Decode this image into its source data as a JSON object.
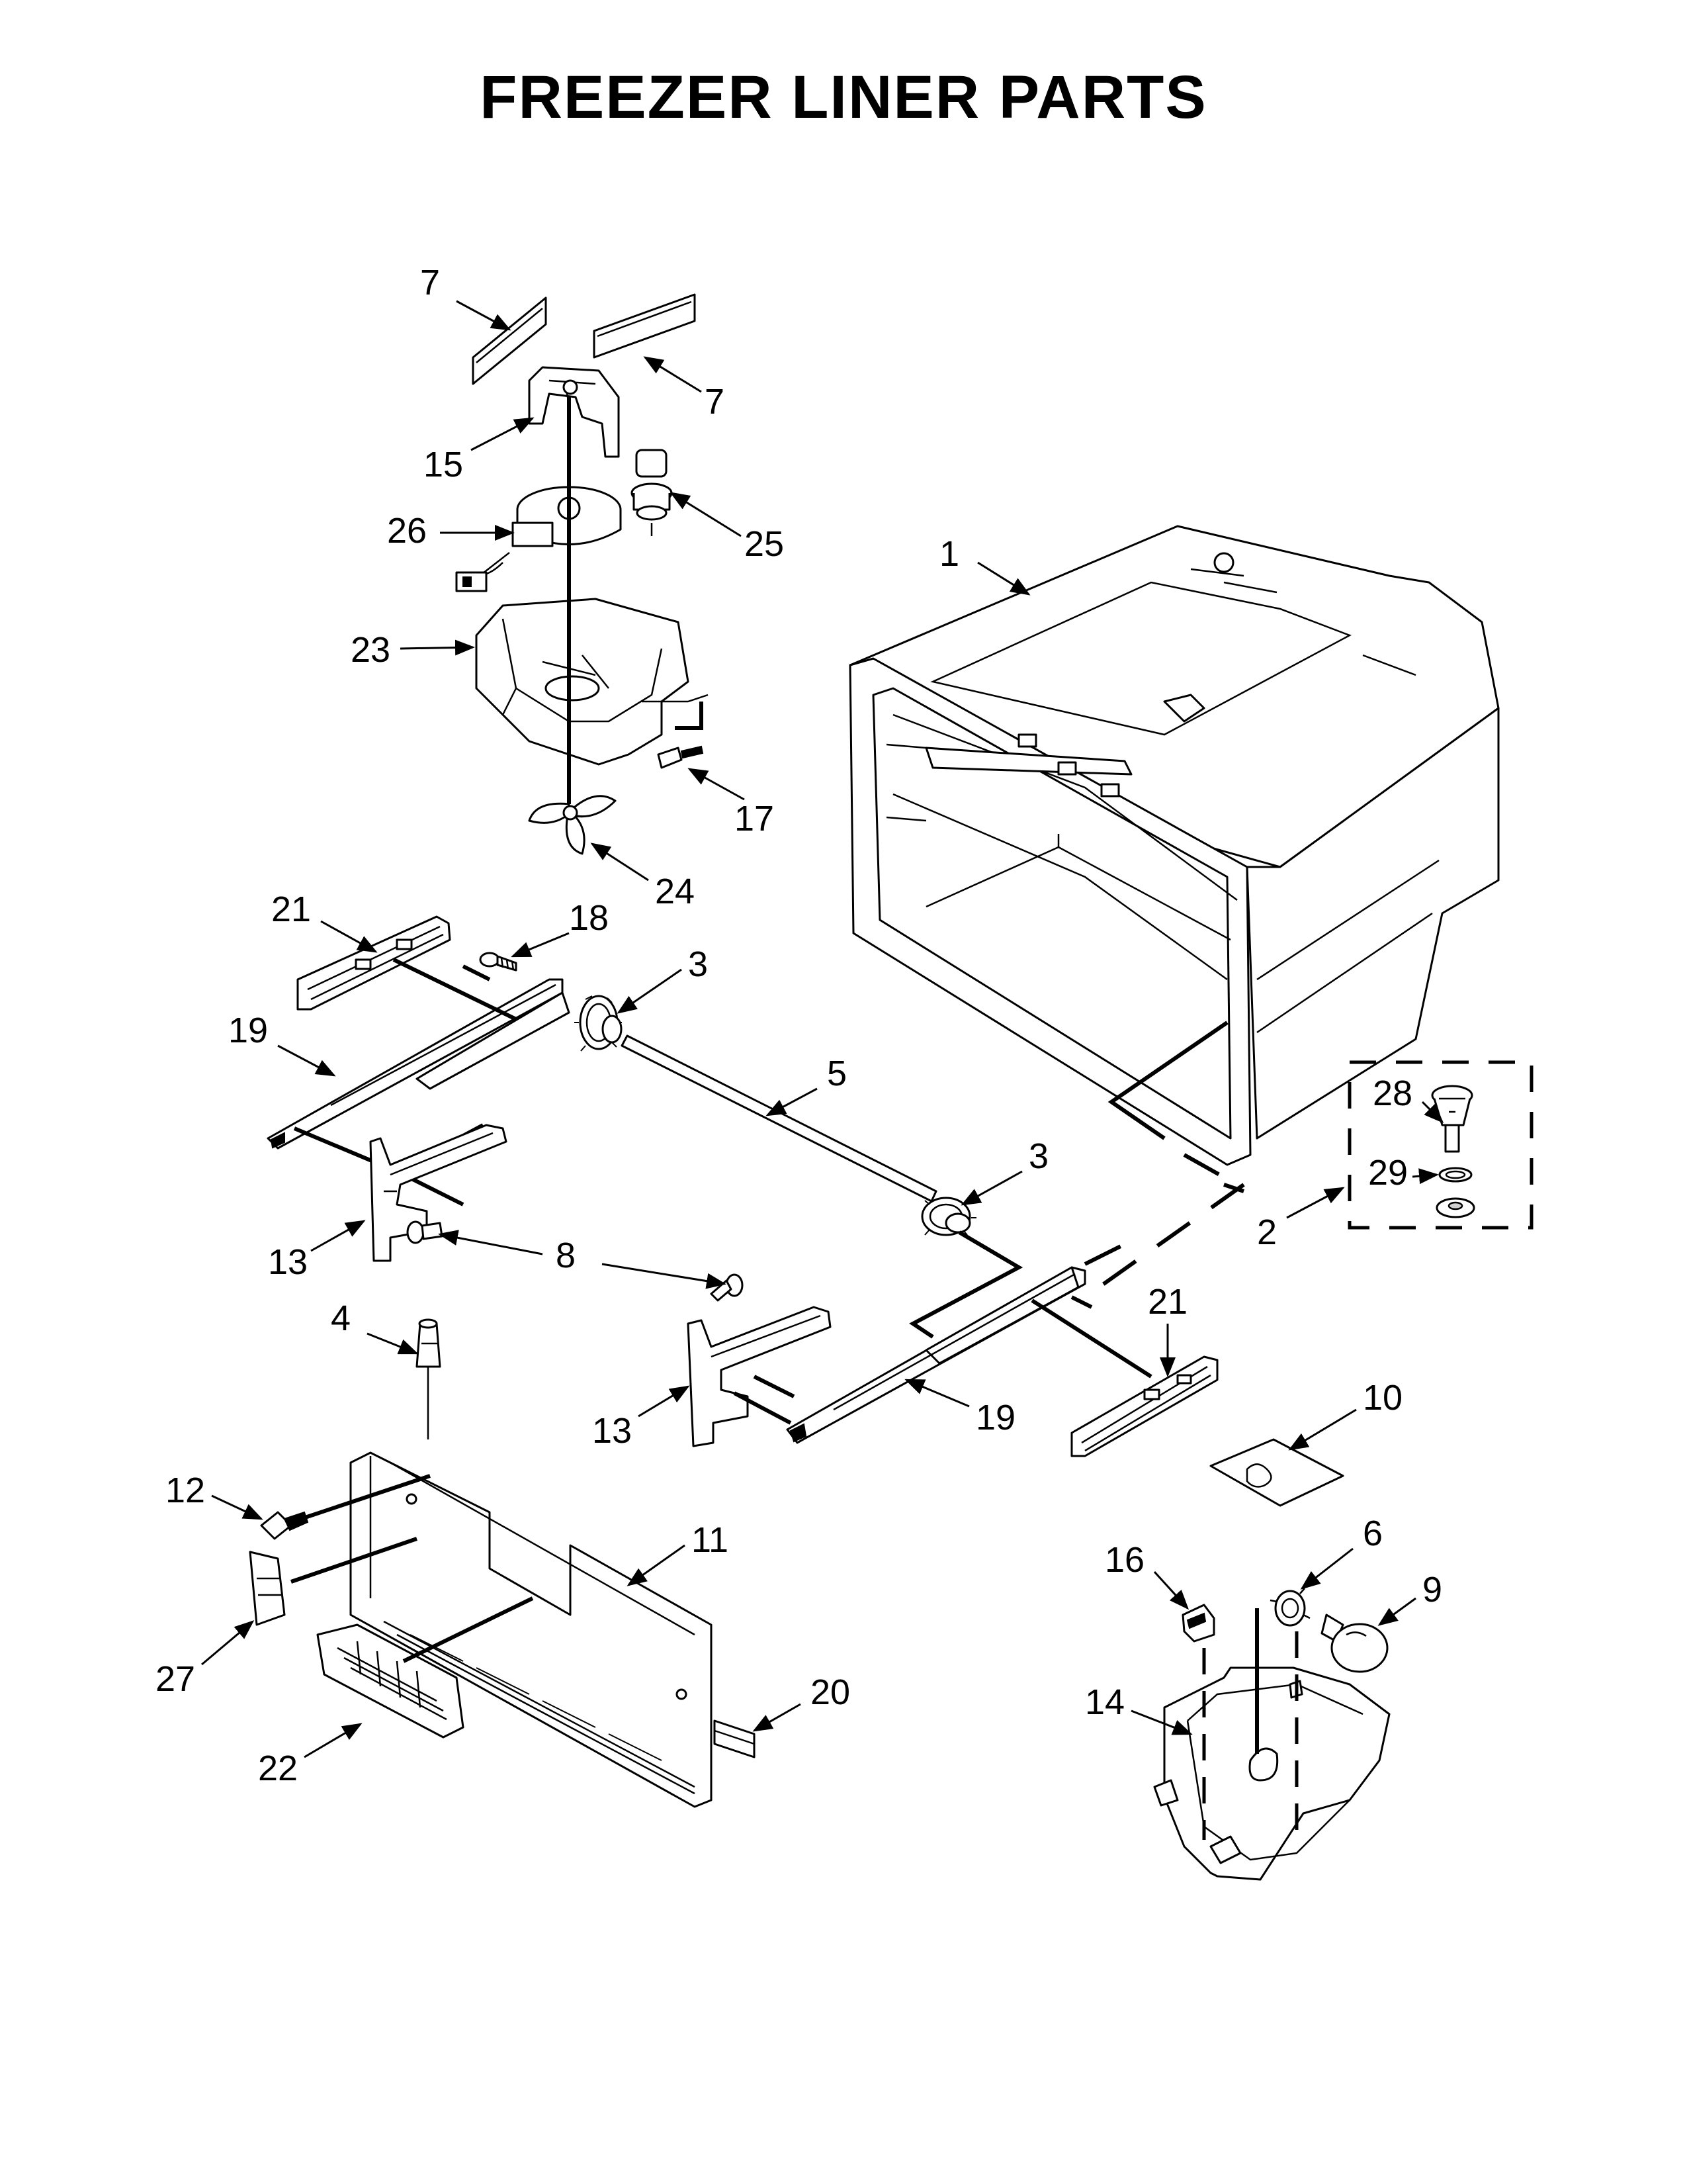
{
  "title": "FREEZER LINER PARTS",
  "callouts": [
    {
      "id": "c7a",
      "text": "7"
    },
    {
      "id": "c7b",
      "text": "7"
    },
    {
      "id": "c15",
      "text": "15"
    },
    {
      "id": "c25",
      "text": "25"
    },
    {
      "id": "c26",
      "text": "26"
    },
    {
      "id": "c23",
      "text": "23"
    },
    {
      "id": "c17",
      "text": "17"
    },
    {
      "id": "c24",
      "text": "24"
    },
    {
      "id": "c1",
      "text": "1"
    },
    {
      "id": "c21a",
      "text": "21"
    },
    {
      "id": "c18",
      "text": "18"
    },
    {
      "id": "c3a",
      "text": "3"
    },
    {
      "id": "c19a",
      "text": "19"
    },
    {
      "id": "c5",
      "text": "5"
    },
    {
      "id": "c3b",
      "text": "3"
    },
    {
      "id": "c28",
      "text": "28"
    },
    {
      "id": "c29",
      "text": "29"
    },
    {
      "id": "c2",
      "text": "2"
    },
    {
      "id": "c13a",
      "text": "13"
    },
    {
      "id": "c8",
      "text": "8"
    },
    {
      "id": "c21b",
      "text": "21"
    },
    {
      "id": "c4",
      "text": "4"
    },
    {
      "id": "c13b",
      "text": "13"
    },
    {
      "id": "c19b",
      "text": "19"
    },
    {
      "id": "c10",
      "text": "10"
    },
    {
      "id": "c12",
      "text": "12"
    },
    {
      "id": "c11",
      "text": "11"
    },
    {
      "id": "c16",
      "text": "16"
    },
    {
      "id": "c6",
      "text": "6"
    },
    {
      "id": "c9",
      "text": "9"
    },
    {
      "id": "c27",
      "text": "27"
    },
    {
      "id": "c20",
      "text": "20"
    },
    {
      "id": "c14",
      "text": "14"
    },
    {
      "id": "c22",
      "text": "22"
    }
  ]
}
